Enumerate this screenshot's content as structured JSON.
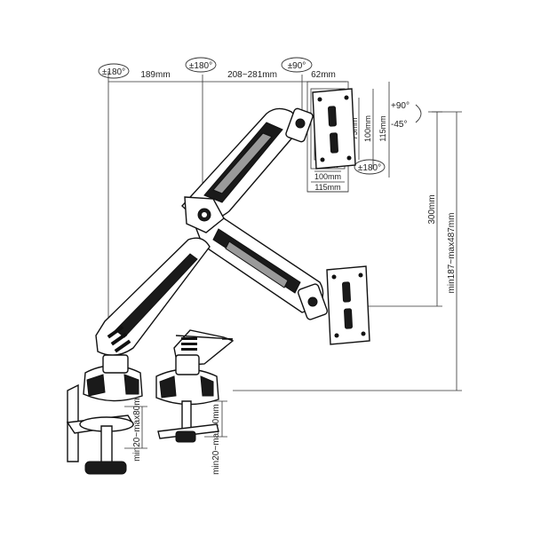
{
  "diagram": {
    "rotation": {
      "base_rotation": "±180°",
      "middle_rotation": "±180°",
      "swivel": "±90°",
      "vesa_rotation": "±180°",
      "tilt_up": "+90°",
      "tilt_down": "-45°"
    },
    "dimensions": {
      "first_arm_length": "189mm",
      "second_arm_length": "208~281mm",
      "head_offset": "62mm",
      "vesa_100": "100mm",
      "vesa_115": "115mm",
      "vesa_75": "75mm",
      "gas_spring_travel": "300mm",
      "height_range": "min187~max487mm",
      "clamp_range": "min20~max80mm",
      "grommet_range": "min20~max40mm"
    }
  }
}
